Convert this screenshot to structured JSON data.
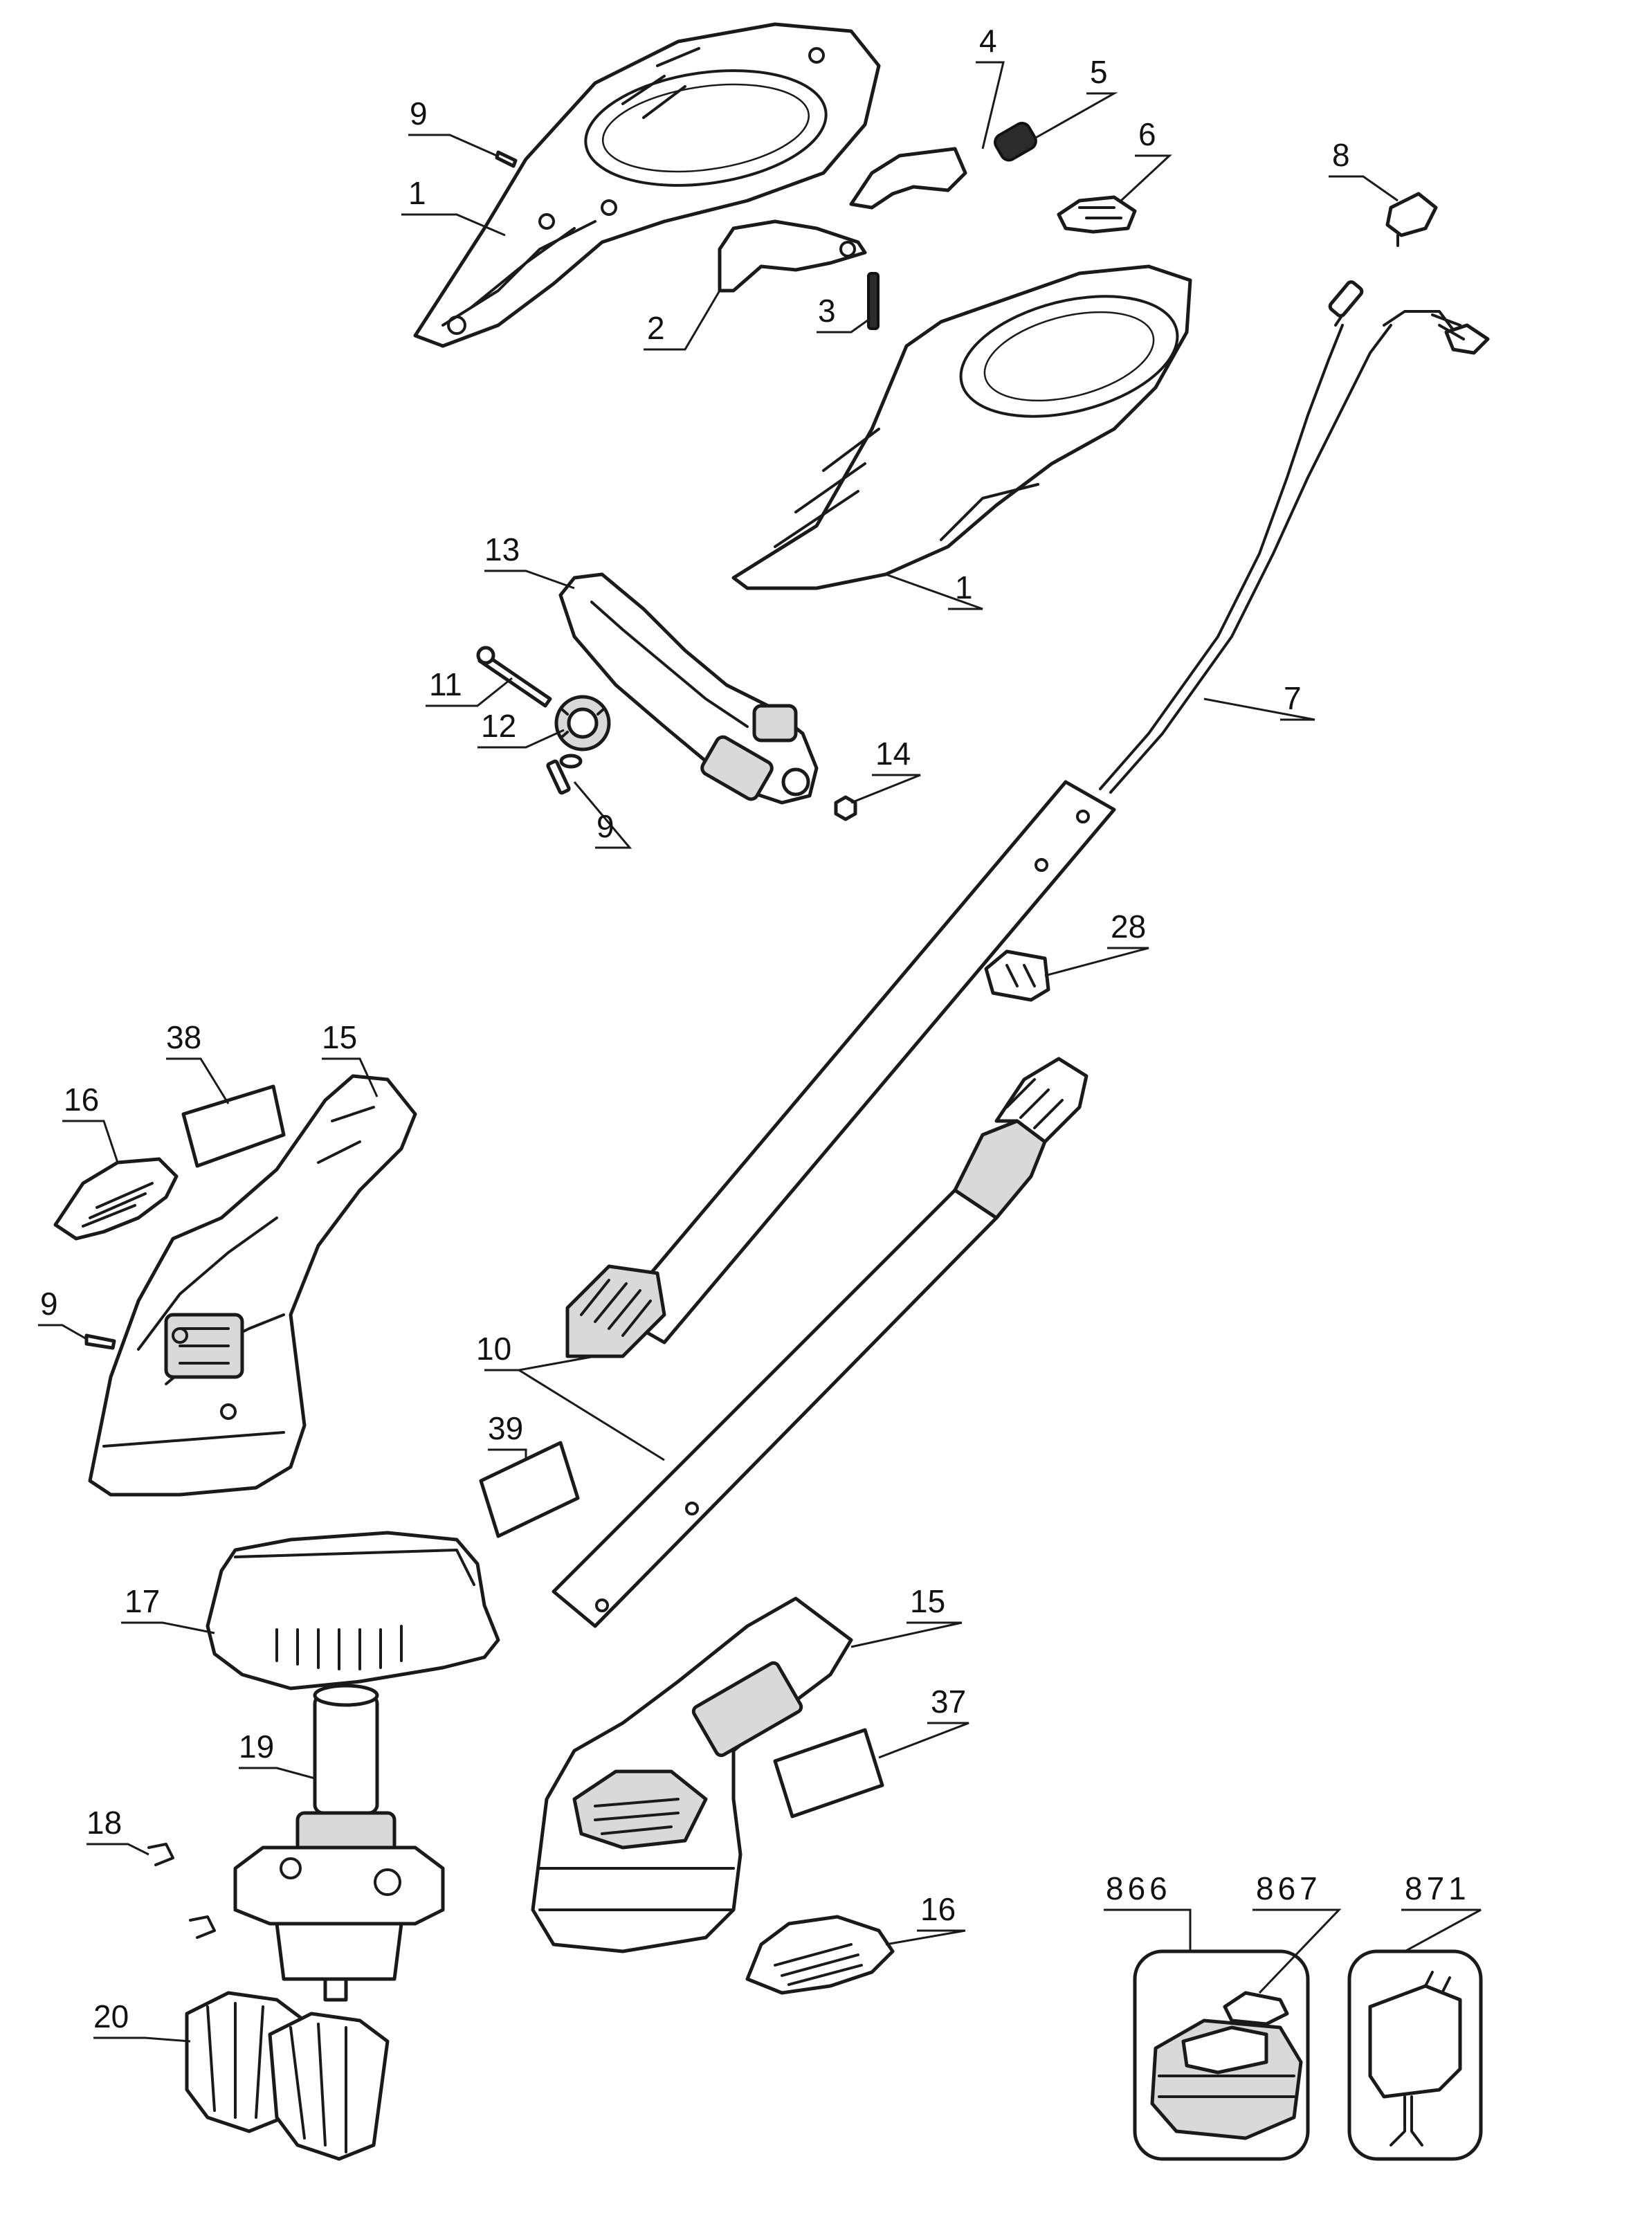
{
  "diagram": {
    "type": "exploded-parts-view",
    "callouts": [
      "1",
      "1",
      "2",
      "3",
      "4",
      "5",
      "6",
      "7",
      "8",
      "9",
      "9",
      "9",
      "10",
      "11",
      "12",
      "13",
      "14",
      "15",
      "15",
      "16",
      "16",
      "17",
      "18",
      "19",
      "20",
      "28",
      "37",
      "38",
      "39",
      "866",
      "867",
      "871"
    ]
  }
}
